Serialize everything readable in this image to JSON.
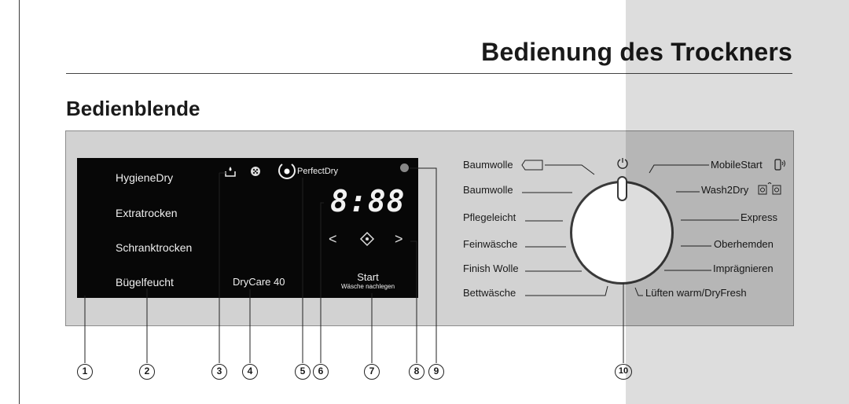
{
  "page_title": "Bedienung des Trockners",
  "section_title": "Bedienblende",
  "display": {
    "options": [
      "HygieneDry",
      "Extratrocken",
      "Schranktrocken",
      "Bügelfeucht"
    ],
    "drycare_label": "DryCare 40",
    "perfectdry_label": "PerfectDry",
    "time_readout": "8:88",
    "nav_left": "<",
    "nav_right": ">",
    "start_label": "Start",
    "start_sub": "Wäsche nachlegen"
  },
  "programs_left": [
    "Baumwolle",
    "Baumwolle",
    "Pflegeleicht",
    "Feinwäsche",
    "Finish Wolle",
    "Bettwäsche"
  ],
  "programs_right": [
    "MobileStart",
    "Wash2Dry",
    "Express",
    "Oberhemden",
    "Imprägnieren",
    "Lüften warm/DryFresh"
  ],
  "callouts": [
    "1",
    "2",
    "3",
    "4",
    "5",
    "6",
    "7",
    "8",
    "9",
    "10"
  ],
  "icons": [
    "cloth-icon",
    "water-tray-icon",
    "filter-icon",
    "perfectdry-icon",
    "target-icon",
    "power-icon",
    "mobilestart-icon",
    "wash2dry-icon"
  ],
  "colors": {
    "panel": "#d2d2d2",
    "display": "#070707",
    "knob": "#ffffff"
  }
}
